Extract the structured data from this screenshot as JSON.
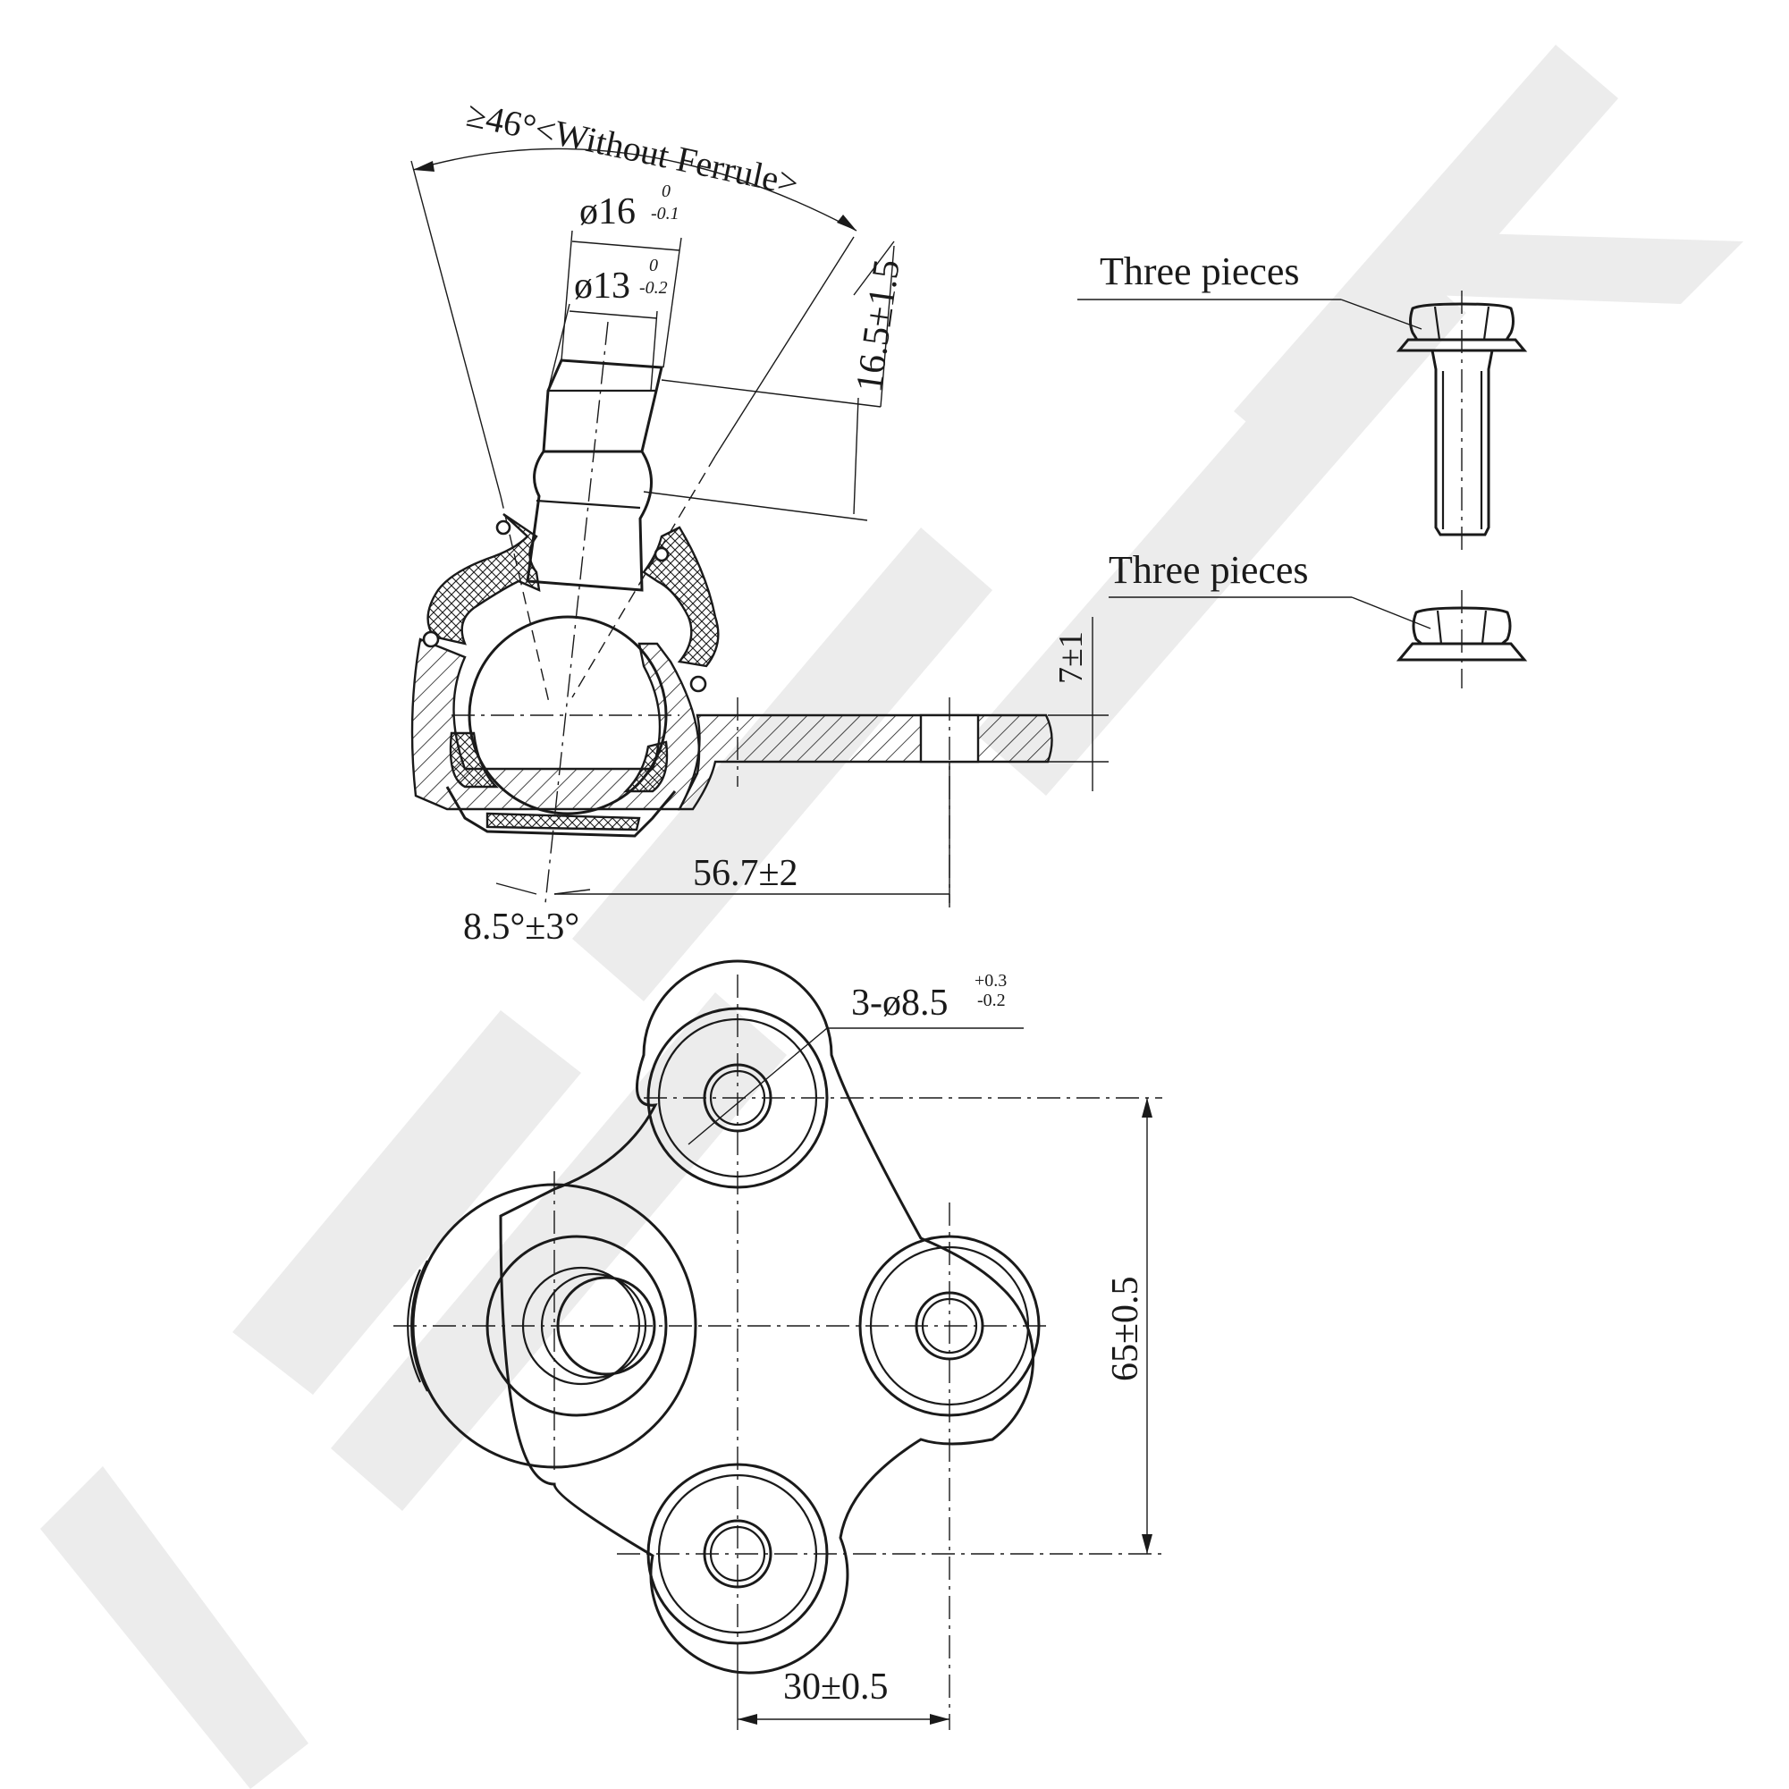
{
  "watermark": {
    "text": "YENMAK",
    "color": "#ebebeb"
  },
  "colors": {
    "line": "#1a1a1a",
    "background": "#ffffff"
  },
  "side_view": {
    "cone_angle": "≥46°<Without Ferrule>",
    "stud_diameter_main": "ø16",
    "stud_diameter_main_tol_upper": "0",
    "stud_diameter_main_tol_lower": "-0.1",
    "stud_diameter_small": "ø13",
    "stud_diameter_small_tol_upper": "0",
    "stud_diameter_small_tol_lower": "-0.2",
    "stud_taper_length": "16.5±1.5",
    "flange_thickness": "7±1",
    "offset_length": "56.7±2",
    "tilt_angle": "8.5°±3°"
  },
  "top_view": {
    "hole_spec": "3-ø8.5",
    "hole_tol_upper": "+0.3",
    "hole_tol_lower": "-0.2",
    "vertical_spacing": "65±0.5",
    "horizontal_spacing": "30±0.5"
  },
  "parts": {
    "bolt_label": "Three pieces",
    "nut_label": "Three pieces"
  }
}
